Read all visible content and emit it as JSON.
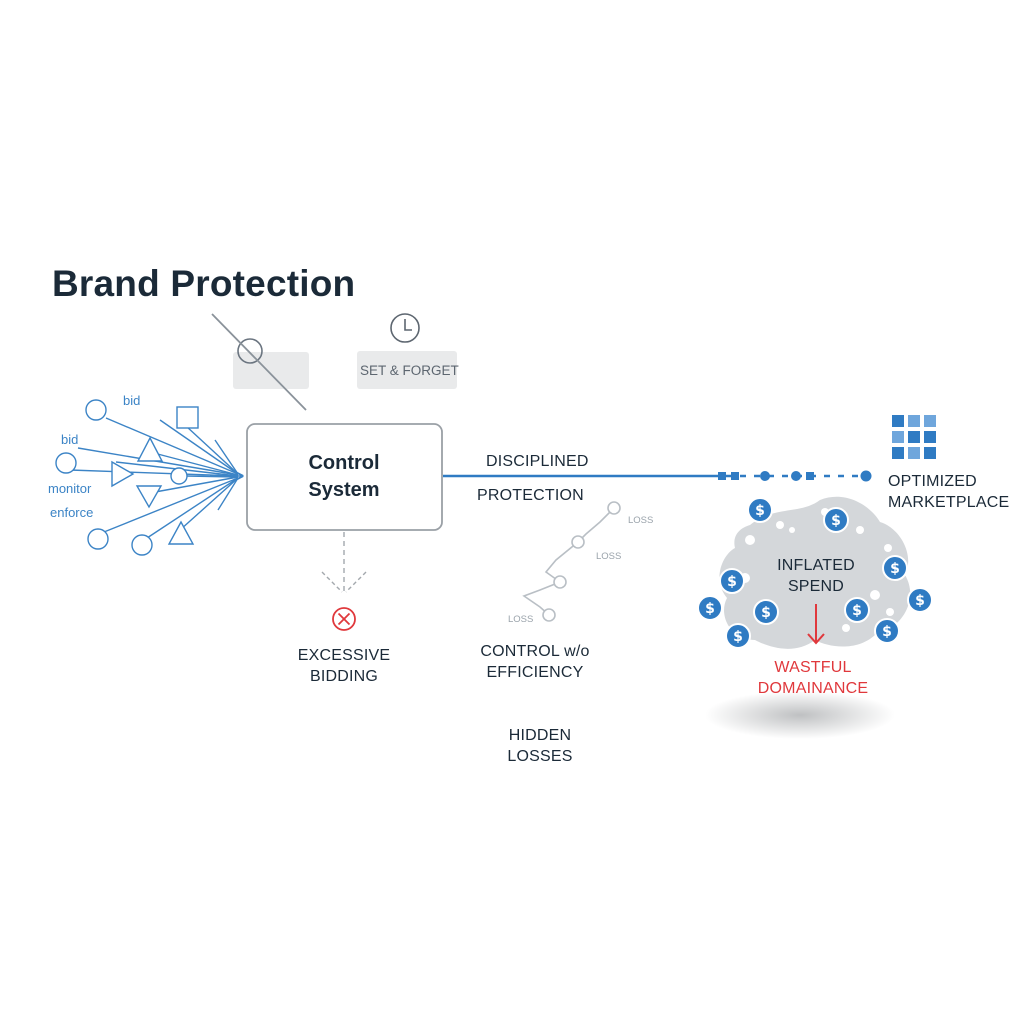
{
  "title": "Brand Protection",
  "inputs": {
    "labels": [
      "bid",
      "bid",
      "monitor",
      "enforce"
    ]
  },
  "set_forget": {
    "label": "SET & FORGET",
    "icon": "clock-icon"
  },
  "control_box": {
    "line1": "Control",
    "line2": "System"
  },
  "excessive": {
    "line1": "EXCESSIVE",
    "line2": "BIDDING",
    "icon": "x-circle-icon"
  },
  "disciplined": {
    "line1": "DISCIPLINED",
    "line2": "PROTECTION"
  },
  "loss_path": {
    "labels": [
      "LOSS",
      "LOSS",
      "LOSS"
    ]
  },
  "control_efficiency": {
    "line1": "CONTROL w/o",
    "line2": "EFFICIENCY"
  },
  "hidden_losses": {
    "line1": "HIDDEN",
    "line2": "LOSSES"
  },
  "marketplace": {
    "line1": "OPTIMIZED",
    "line2": "MARKETPLACE",
    "icon": "grid-icon"
  },
  "inflated": {
    "line1": "INFLATED",
    "line2": "SPEND",
    "coin_symbol": "$"
  },
  "wasteful": {
    "line1": "WASTFUL",
    "line2": "DOMAINANCE"
  },
  "colors": {
    "accent_blue": "#2f7bc3",
    "dark_text": "#1b2a38",
    "red": "#e0383c",
    "grey": "#9aa3ab"
  }
}
